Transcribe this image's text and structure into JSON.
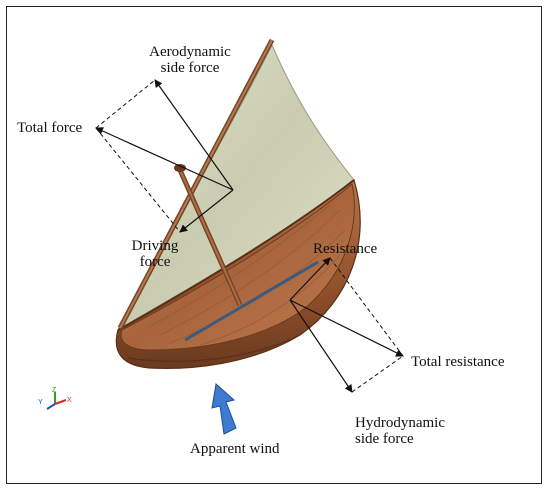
{
  "labels": {
    "aero_side_force": "Aerodynamic\nside force",
    "total_force": "Total force",
    "driving_force": "Driving\nforce",
    "resistance": "Resistance",
    "total_resistance": "Total resistance",
    "hydro_side_force": "Hydrodynamic\nside force",
    "apparent_wind": "Apparent wind"
  },
  "axis_triad": {
    "x_label": "X",
    "y_label": "Y",
    "z_label": "Z"
  },
  "colors": {
    "frame": "#222222",
    "sail": "#d4d7bd",
    "mast": "#8a5230",
    "hull": "#9a5a34",
    "deck": "#b06b40",
    "keel": "#3a5a80",
    "wind_arrow": "#3d7bd0",
    "force_lines": "#111111"
  }
}
